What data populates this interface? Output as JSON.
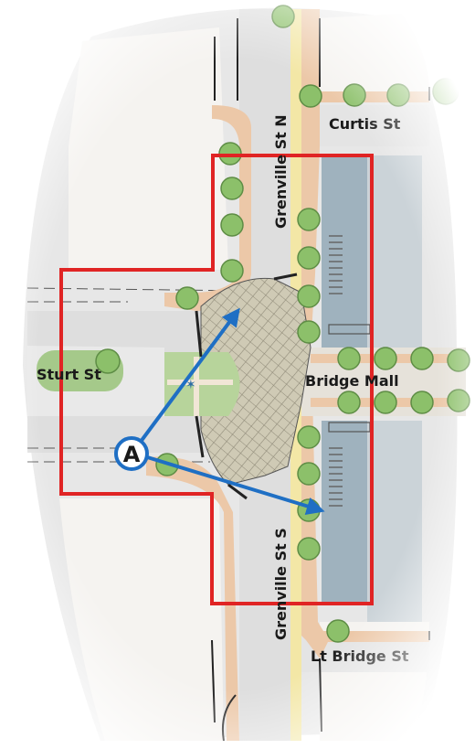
{
  "labels": {
    "curtis": "Curtis St",
    "grenville_n": "Grenville St N",
    "sturt": "Sturt St",
    "bridge_mall": "Bridge Mall",
    "grenville_s": "Grenville St S",
    "lt_bridge": "Lt Bridge St"
  },
  "viewpoint": {
    "letter": "A"
  },
  "colors": {
    "boundary": "#e02424",
    "arrow": "#1f6fc4",
    "footpath": "#ecc8a8",
    "road": "#dcdcdc",
    "mall": "#9fb2be",
    "plaza": "#cfcab5",
    "tree": "#8cc06a"
  }
}
